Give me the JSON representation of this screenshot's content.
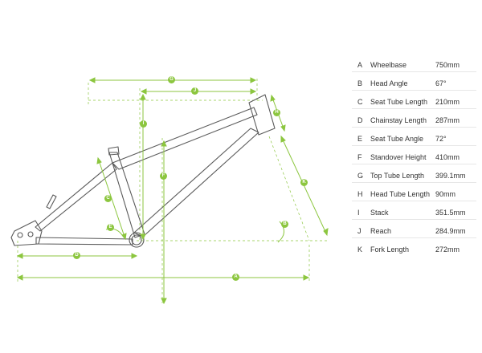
{
  "specs": [
    {
      "key": "A",
      "label": "Wheelbase",
      "value": "750mm"
    },
    {
      "key": "B",
      "label": "Head Angle",
      "value": "67°"
    },
    {
      "key": "C",
      "label": "Seat Tube Length",
      "value": "210mm"
    },
    {
      "key": "D",
      "label": "Chainstay Length",
      "value": "287mm"
    },
    {
      "key": "E",
      "label": "Seat Tube Angle",
      "value": "72°"
    },
    {
      "key": "F",
      "label": "Standover Height",
      "value": "410mm"
    },
    {
      "key": "G",
      "label": "Top Tube Length",
      "value": "399.1mm"
    },
    {
      "key": "H",
      "label": "Head Tube Length",
      "value": "90mm"
    },
    {
      "key": "I",
      "label": "Stack",
      "value": "351.5mm"
    },
    {
      "key": "J",
      "label": "Reach",
      "value": "284.9mm"
    },
    {
      "key": "K",
      "label": "Fork Length",
      "value": "272mm"
    }
  ],
  "diagram_labels": {
    "G": "G",
    "J": "J",
    "I": "I",
    "F": "F",
    "C": "C",
    "E": "E",
    "D": "D",
    "A": "A",
    "H": "H",
    "K": "K",
    "B": "B"
  },
  "colors": {
    "frame": "#5a5a5a",
    "dimension": "#8cc63f",
    "text": "#333333"
  }
}
